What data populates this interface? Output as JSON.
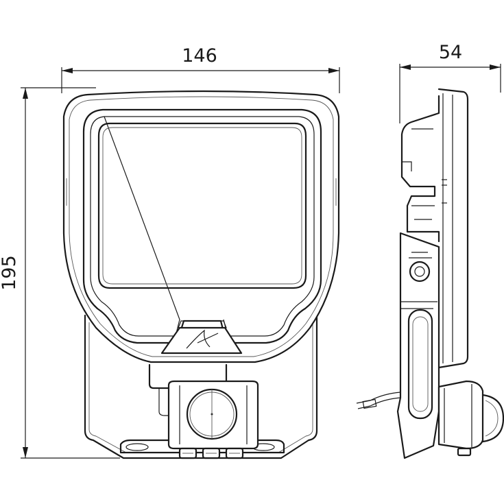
{
  "dimensions": {
    "width": "146",
    "height": "195",
    "depth": "54"
  }
}
